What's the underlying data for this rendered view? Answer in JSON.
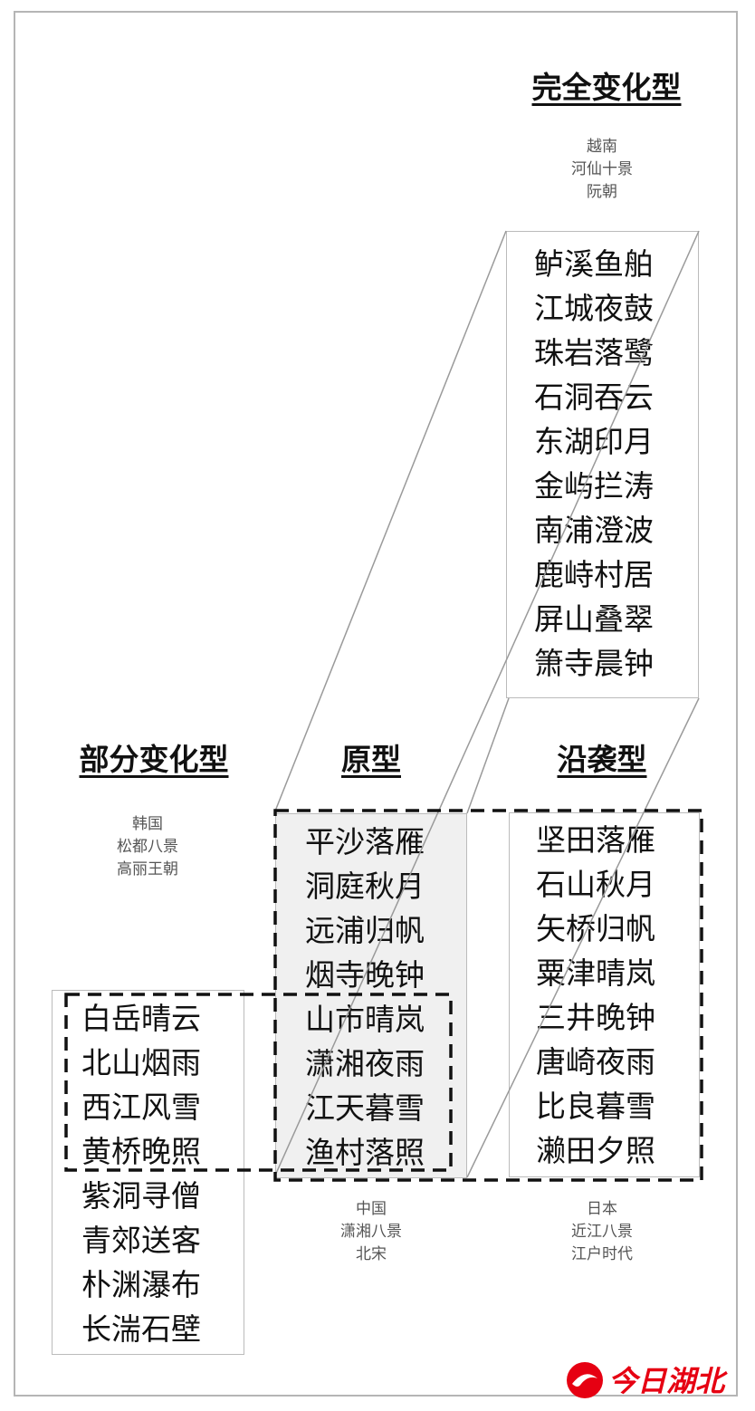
{
  "titles": {
    "complete": "完全变化型",
    "partial": "部分变化型",
    "prototype": "原型",
    "inherited": "沿袭型"
  },
  "captions": {
    "vietnam": [
      "越南",
      "河仙十景",
      "阮朝"
    ],
    "korea": [
      "韩国",
      "松都八景",
      "高丽王朝"
    ],
    "china": [
      "中国",
      "潇湘八景",
      "北宋"
    ],
    "japan": [
      "日本",
      "近江八景",
      "江户时代"
    ]
  },
  "lists": {
    "vietnam": [
      "鲈溪鱼舶",
      "江城夜鼓",
      "珠岩落鹭",
      "石洞吞云",
      "东湖印月",
      "金屿拦涛",
      "南浦澄波",
      "鹿峙村居",
      "屏山叠翠",
      "箫寺晨钟"
    ],
    "china": [
      "平沙落雁",
      "洞庭秋月",
      "远浦归帆",
      "烟寺晚钟",
      "山市晴岚",
      "潇湘夜雨",
      "江天暮雪",
      "渔村落照"
    ],
    "japan": [
      "坚田落雁",
      "石山秋月",
      "矢桥归帆",
      "粟津晴岚",
      "三井晚钟",
      "唐崎夜雨",
      "比良暮雪",
      "濑田夕照"
    ],
    "korea": [
      "白岳晴云",
      "北山烟雨",
      "西江风雪",
      "黄桥晚照",
      "紫洞寻僧",
      "青郊送客",
      "朴渊瀑布",
      "长湍石壁"
    ]
  },
  "watermark": {
    "text": "今日湖北",
    "icon": "hubei-daily-logo-icon",
    "color": "#e60012"
  },
  "colors": {
    "border": "#b5b5b5",
    "highlight_fill": "#f0f0f0",
    "dashed": "#111111",
    "caption_text": "#555555"
  }
}
